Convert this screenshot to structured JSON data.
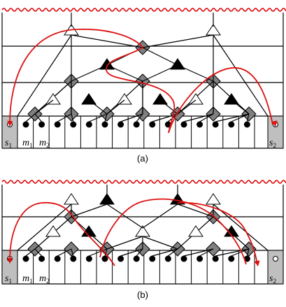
{
  "panels": [
    {
      "caption": "(a)",
      "labels": {
        "left_source": "s",
        "left_source_sub": "1",
        "right_source": "s",
        "right_source_sub": "2",
        "m1": "m",
        "m1_sub": "1",
        "m2": "m",
        "m2_sub": "2"
      }
    },
    {
      "caption": "(b)",
      "labels": {
        "left_source": "s",
        "left_source_sub": "1",
        "right_source": "s",
        "right_source_sub": "2",
        "m1": "m",
        "m1_sub": "1",
        "m2": "m",
        "m2_sub": "2"
      }
    }
  ],
  "colors": {
    "wave": "#dd0000",
    "path": "#dd1111",
    "diamond": "#808080",
    "triangle": "#000000",
    "source_box": "#bfbfbf",
    "lines": "#000000"
  }
}
